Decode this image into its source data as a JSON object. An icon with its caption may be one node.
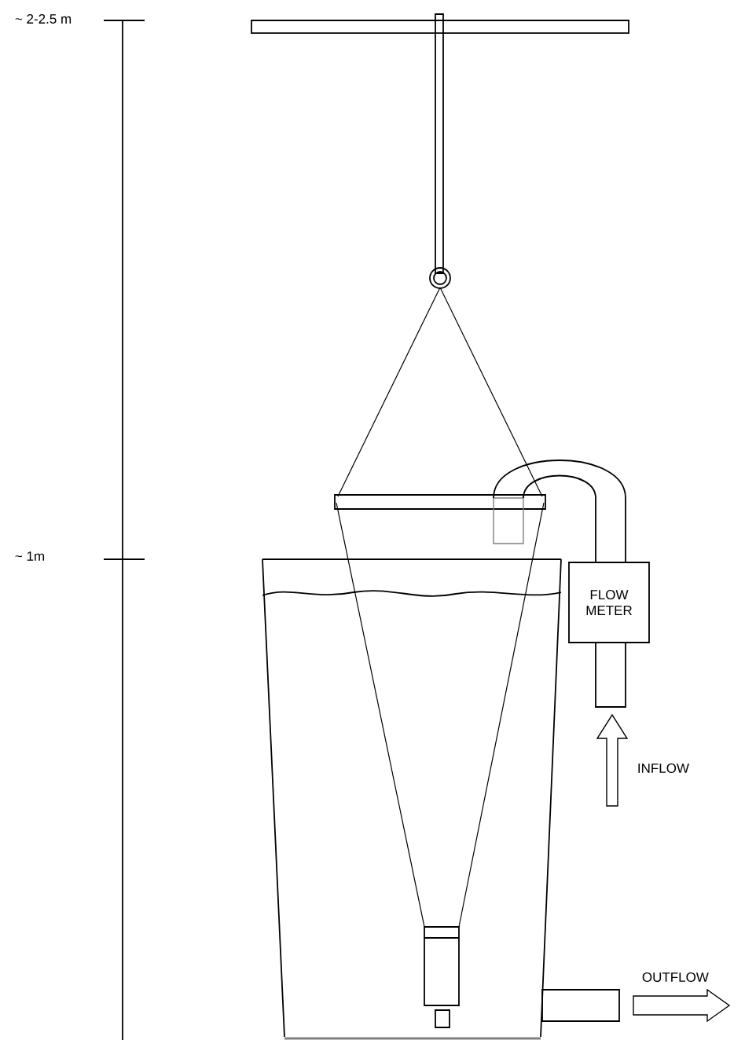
{
  "diagram": {
    "nodes": [
      {
        "text": [
          "FLOW METER"
        ]
      }
    ],
    "labels": [
      "~ 2-2.5 m",
      "~ 1m",
      "INFLOW",
      "OUTFLOW"
    ]
  }
}
